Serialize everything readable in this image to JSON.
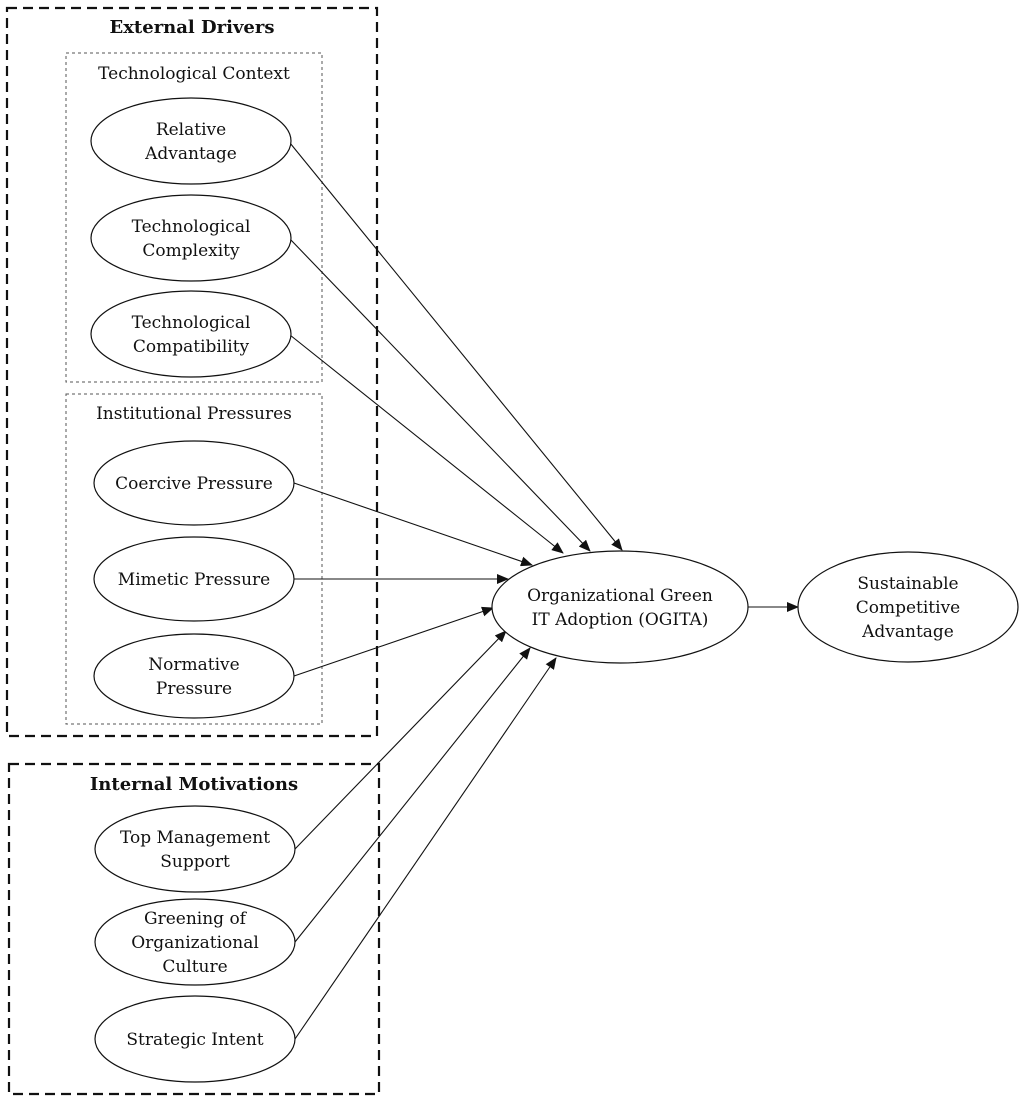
{
  "groups": {
    "external": {
      "title": "External Drivers"
    },
    "internal": {
      "title": "Internal Motivations"
    }
  },
  "subgroups": {
    "technological": {
      "title": "Technological Context"
    },
    "institutional": {
      "title": "Institutional Pressures"
    }
  },
  "nodes": {
    "relative_advantage": {
      "lines": [
        "Relative",
        "Advantage"
      ]
    },
    "tech_complexity": {
      "lines": [
        "Technological",
        "Complexity"
      ]
    },
    "tech_compatibility": {
      "lines": [
        "Technological",
        "Compatibility"
      ]
    },
    "coercive_pressure": {
      "lines": [
        "Coercive Pressure"
      ]
    },
    "mimetic_pressure": {
      "lines": [
        "Mimetic Pressure"
      ]
    },
    "normative_pressure": {
      "lines": [
        "Normative",
        "Pressure"
      ]
    },
    "top_management_support": {
      "lines": [
        "Top Management",
        "Support"
      ]
    },
    "greening_culture": {
      "lines": [
        "Greening of",
        "Organizational",
        "Culture"
      ]
    },
    "strategic_intent": {
      "lines": [
        "Strategic Intent"
      ]
    },
    "ogita": {
      "lines": [
        "Organizational  Green",
        "IT Adoption (OGITA)"
      ]
    },
    "sca": {
      "lines": [
        "Sustainable",
        "Competitive",
        "Advantage"
      ]
    }
  },
  "edges": [
    {
      "from": "relative_advantage",
      "to": "ogita"
    },
    {
      "from": "tech_complexity",
      "to": "ogita"
    },
    {
      "from": "tech_compatibility",
      "to": "ogita"
    },
    {
      "from": "coercive_pressure",
      "to": "ogita"
    },
    {
      "from": "mimetic_pressure",
      "to": "ogita"
    },
    {
      "from": "normative_pressure",
      "to": "ogita"
    },
    {
      "from": "top_management_support",
      "to": "ogita"
    },
    {
      "from": "greening_culture",
      "to": "ogita"
    },
    {
      "from": "strategic_intent",
      "to": "ogita"
    },
    {
      "from": "ogita",
      "to": "sca"
    }
  ]
}
